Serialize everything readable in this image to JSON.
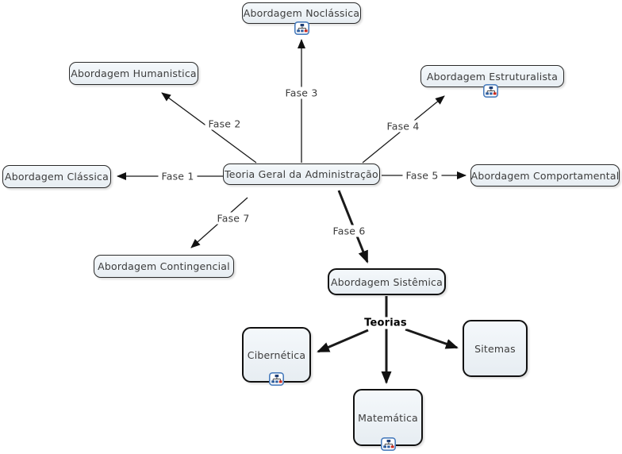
{
  "diagram": {
    "center": {
      "label": "Teoria Geral da Administração"
    },
    "nodes": {
      "noclassica": {
        "label": "Abordagem Noclássica"
      },
      "humanistica": {
        "label": "Abordagem Humanistica"
      },
      "classica": {
        "label": "Abordagem Clássica"
      },
      "estruturalista": {
        "label": "Abordagem Estruturalista"
      },
      "comportamental": {
        "label": "Abordagem Comportamental"
      },
      "contingencial": {
        "label": "Abordagem Contingencial"
      },
      "sistemica": {
        "label": "Abordagem Sistêmica"
      },
      "cibernetica": {
        "label": "Cibernética"
      },
      "matematica": {
        "label": "Matemática"
      },
      "sitemas": {
        "label": "Sitemas"
      }
    },
    "links": {
      "fase1": {
        "label": "Fase 1"
      },
      "fase2": {
        "label": "Fase 2"
      },
      "fase3": {
        "label": "Fase 3"
      },
      "fase4": {
        "label": "Fase 4"
      },
      "fase5": {
        "label": "Fase 5"
      },
      "fase6": {
        "label": "Fase 6"
      },
      "fase7": {
        "label": "Fase 7"
      },
      "teorias": {
        "label": "Teorias"
      }
    },
    "colors": {
      "background": "#ffffff",
      "node_fill": "#edf2f6",
      "node_border": "#1a1a1a",
      "text": "#3c3c3c",
      "icon_border": "#4a7dbd",
      "icon_red": "#cc2a1e",
      "icon_navy": "#1f3f77"
    }
  }
}
